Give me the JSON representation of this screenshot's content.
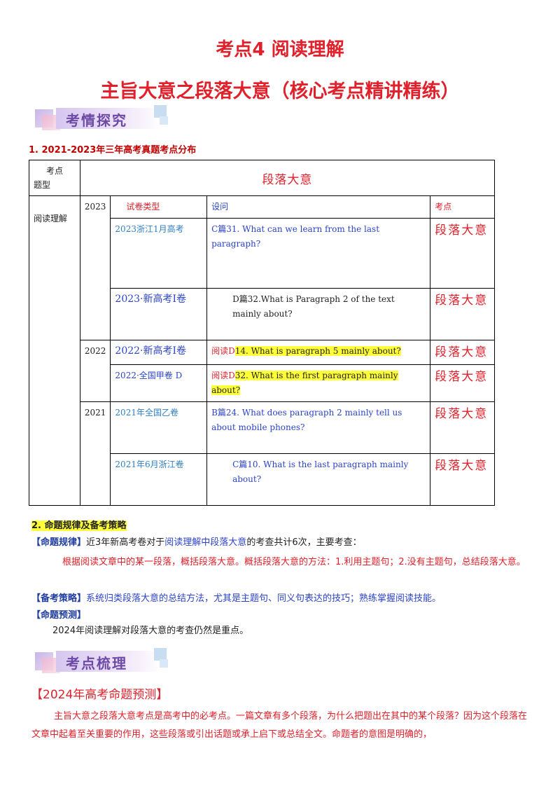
{
  "title": {
    "line1": "考点4  阅读理解",
    "line2": "主旨大意之段落大意（核心考点精讲精练）"
  },
  "banners": {
    "first": "考情探究",
    "second": "考点梳理"
  },
  "section1": {
    "heading": "1. 2021-2023年三年高考真题考点分布",
    "table": {
      "corner_top": "考点",
      "corner_bottom": "题型",
      "topic_header": "段落大意",
      "row_type": "阅读理解",
      "col_paper": "试卷类型",
      "col_question": "设问",
      "col_point": "考点",
      "years": [
        "2023",
        "2022",
        "2021"
      ],
      "rows": [
        {
          "paper": "2023浙江1月高考",
          "question": "C篇31.  What can we learn from the last paragraph?",
          "point": "段落大意"
        },
        {
          "paper": "2023·新高考I卷",
          "question": "D篇32.What is Paragraph 2 of the text mainly about?",
          "point": "段落大意"
        },
        {
          "paper": "2022·新高考I卷",
          "q_prefix": "阅读D",
          "question": "14. What is paragraph 5 mainly about?",
          "point": "段落大意"
        },
        {
          "paper": "2022·全国甲卷 D",
          "q_prefix": "阅读D",
          "question": "32.  What is the first paragraph mainly about?",
          "point": "段落大意"
        },
        {
          "paper": "2021年全国乙卷",
          "question": "B篇24. What does paragraph 2 mainly tell us about mobile phones?",
          "point": "段落大意"
        },
        {
          "paper": "2021年6月浙江卷",
          "question": "C篇10. What is the last paragraph mainly about?",
          "point": "段落大意"
        }
      ]
    }
  },
  "section2": {
    "heading": "2. 命题规律及备考策略",
    "rule_label": "【命题规律】",
    "rule_text_a": "近3年新高考卷对于",
    "rule_text_link": "阅读理解中段落大意",
    "rule_text_b": "的考查共计6次，主要考查：",
    "rule_detail": "根据阅读文章中的某一段落，概括段落大意。概括段落大意的方法：1.利用主题句；2.没有主题句，总结段落大意。",
    "strategy_label": "【备考策略】",
    "strategy_text": "系统归类段落大意的总结方法，尤其是主题句、同义句表达的技巧；熟练掌握阅读技能。",
    "forecast_label": "【命题预测】",
    "forecast_text": "2024年阅读理解对段落大意的考查仍然是重点。"
  },
  "section3": {
    "heading": "【2024年高考命题预测】",
    "text": "主旨大意之段落大意考点是高考中的必考点。一篇文章有多个段落，为什么把题出在其中的某个段落？因为这个段落在文章中起着至关重要的作用，这些段落或引出话题或承上启下或总结全文。命题者的意图是明确的，"
  }
}
